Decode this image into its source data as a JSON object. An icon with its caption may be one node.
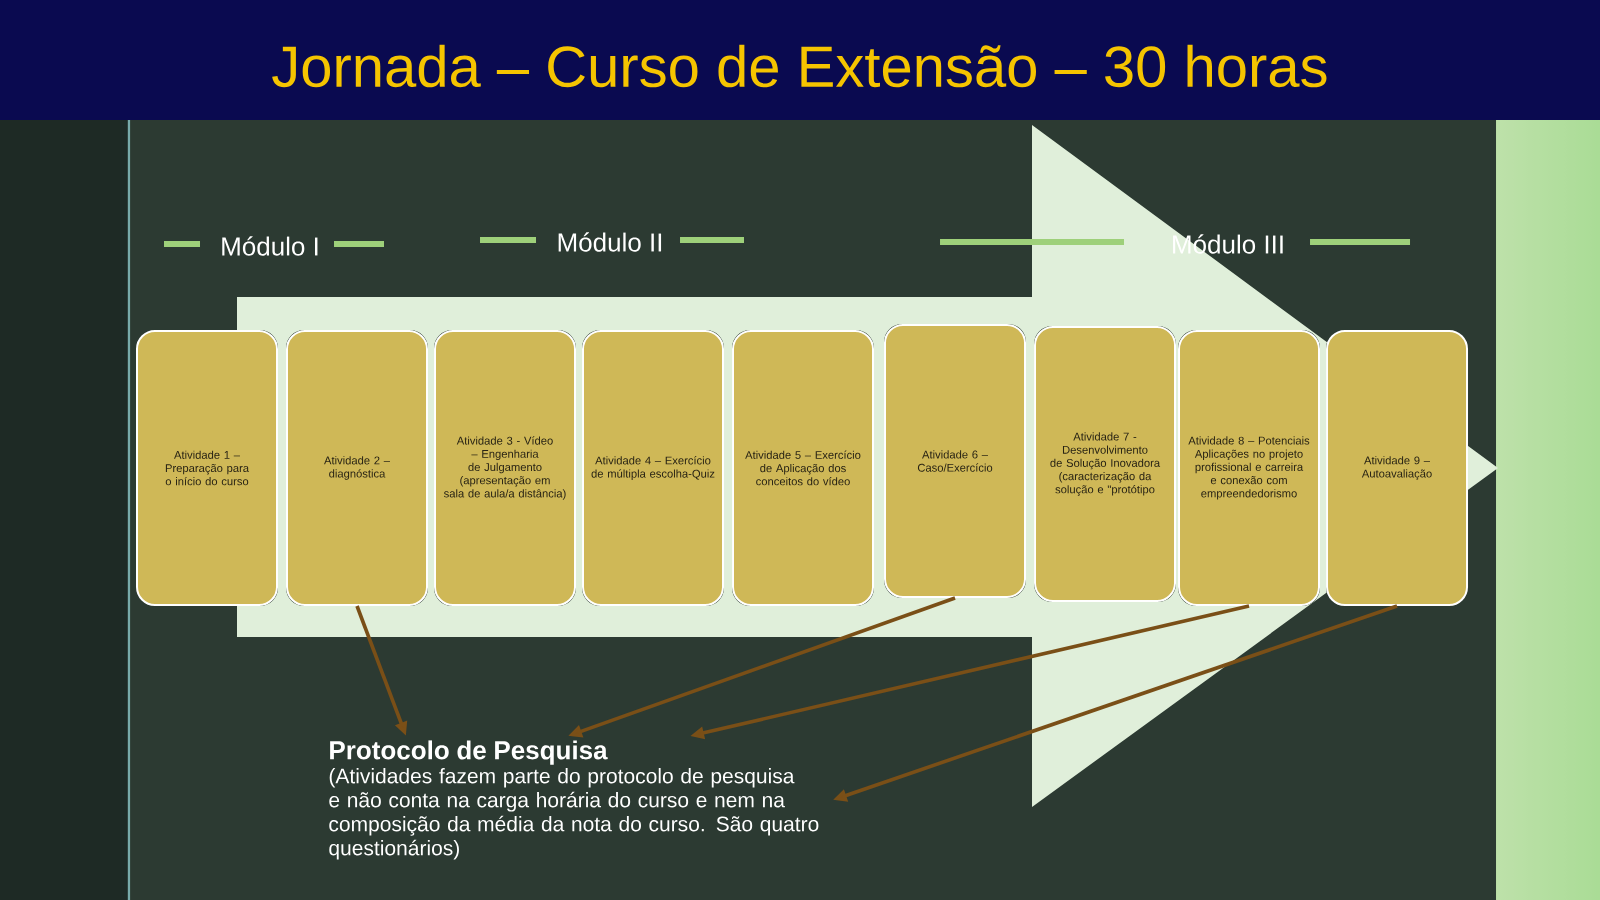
{
  "diagram": {
    "title": "Jornada – Curso de Extensão – 30 horas",
    "nodes": [
      {
        "text": [
          "Atividade 1 – Preparação para o início do curso"
        ]
      },
      {
        "text": [
          "Atividade 2 – diagnóstica"
        ]
      },
      {
        "text": [
          "Atividade 3 - Vídeo – Engenharia de Julgamento (apresentação em sala de aula/a distância)"
        ]
      },
      {
        "text": [
          "Atividade 4 – Exercício de múltipla escolha-Quiz"
        ]
      },
      {
        "text": [
          "Atividade 5 – Exercício de Aplicação dos conceitos do vídeo"
        ]
      },
      {
        "text": [
          "Atividade 6 – Caso/Exercício"
        ]
      },
      {
        "text": [
          "Atividade 7 - Desenvolvimento de Solução Inovadora (caracterização da solução e \"protótipo"
        ]
      },
      {
        "text": [
          "Atividade 8 – Potenciais Aplicações no projeto profissional e carreira e conexão com empreendedorismo"
        ]
      },
      {
        "text": [
          "Atividade 9 – Autoavaliação"
        ]
      },
      {
        "text": [
          "Protocolo de Pesquisa",
          "(Atividades fazem parte do protocolo de pesquisa e não conta na carga horária do curso e nem na composição da média da nota do curso. São quatro questionários)"
        ]
      }
    ],
    "edges": [
      {
        "from": 1,
        "to": 9,
        "arrow": "to"
      },
      {
        "from": 5,
        "to": 9,
        "arrow": "to"
      },
      {
        "from": 7,
        "to": 9,
        "arrow": "to"
      },
      {
        "from": 8,
        "to": 9,
        "arrow": "to"
      },
      {
        "from": 0,
        "to": 8,
        "arrow": "to",
        "style": "thick",
        "color": "#e0efda"
      }
    ],
    "labels": [
      "Módulo I",
      "Módulo II",
      "Módulo III"
    ]
  }
}
